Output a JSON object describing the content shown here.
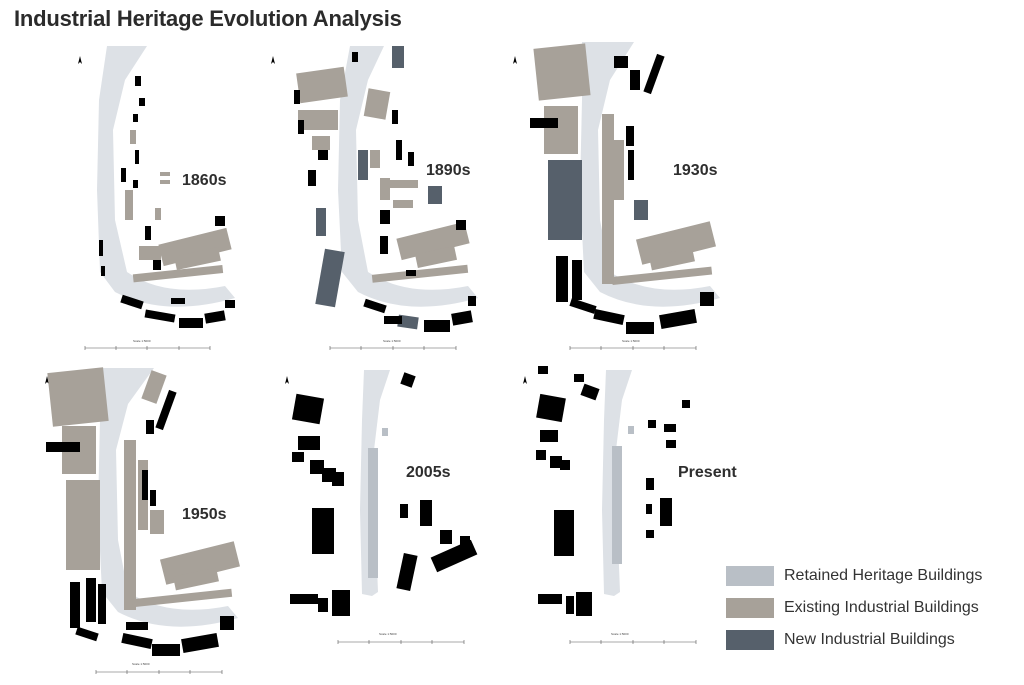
{
  "title": "Industrial Heritage Evolution Analysis",
  "scale_label": "Scale 1:5000",
  "periods": [
    {
      "label": "1860s"
    },
    {
      "label": "1890s"
    },
    {
      "label": "1930s"
    },
    {
      "label": "1950s"
    },
    {
      "label": "2005s"
    },
    {
      "label": "Present"
    }
  ],
  "legend": [
    {
      "label": "Retained Heritage Buildings",
      "color": "#b9bfc6"
    },
    {
      "label": "Existing Industrial Buildings",
      "color": "#a7a199"
    },
    {
      "label": "New Industrial Buildings",
      "color": "#56606b"
    }
  ],
  "colors": {
    "river": "#dde1e6",
    "other_buildings": "#000000"
  }
}
